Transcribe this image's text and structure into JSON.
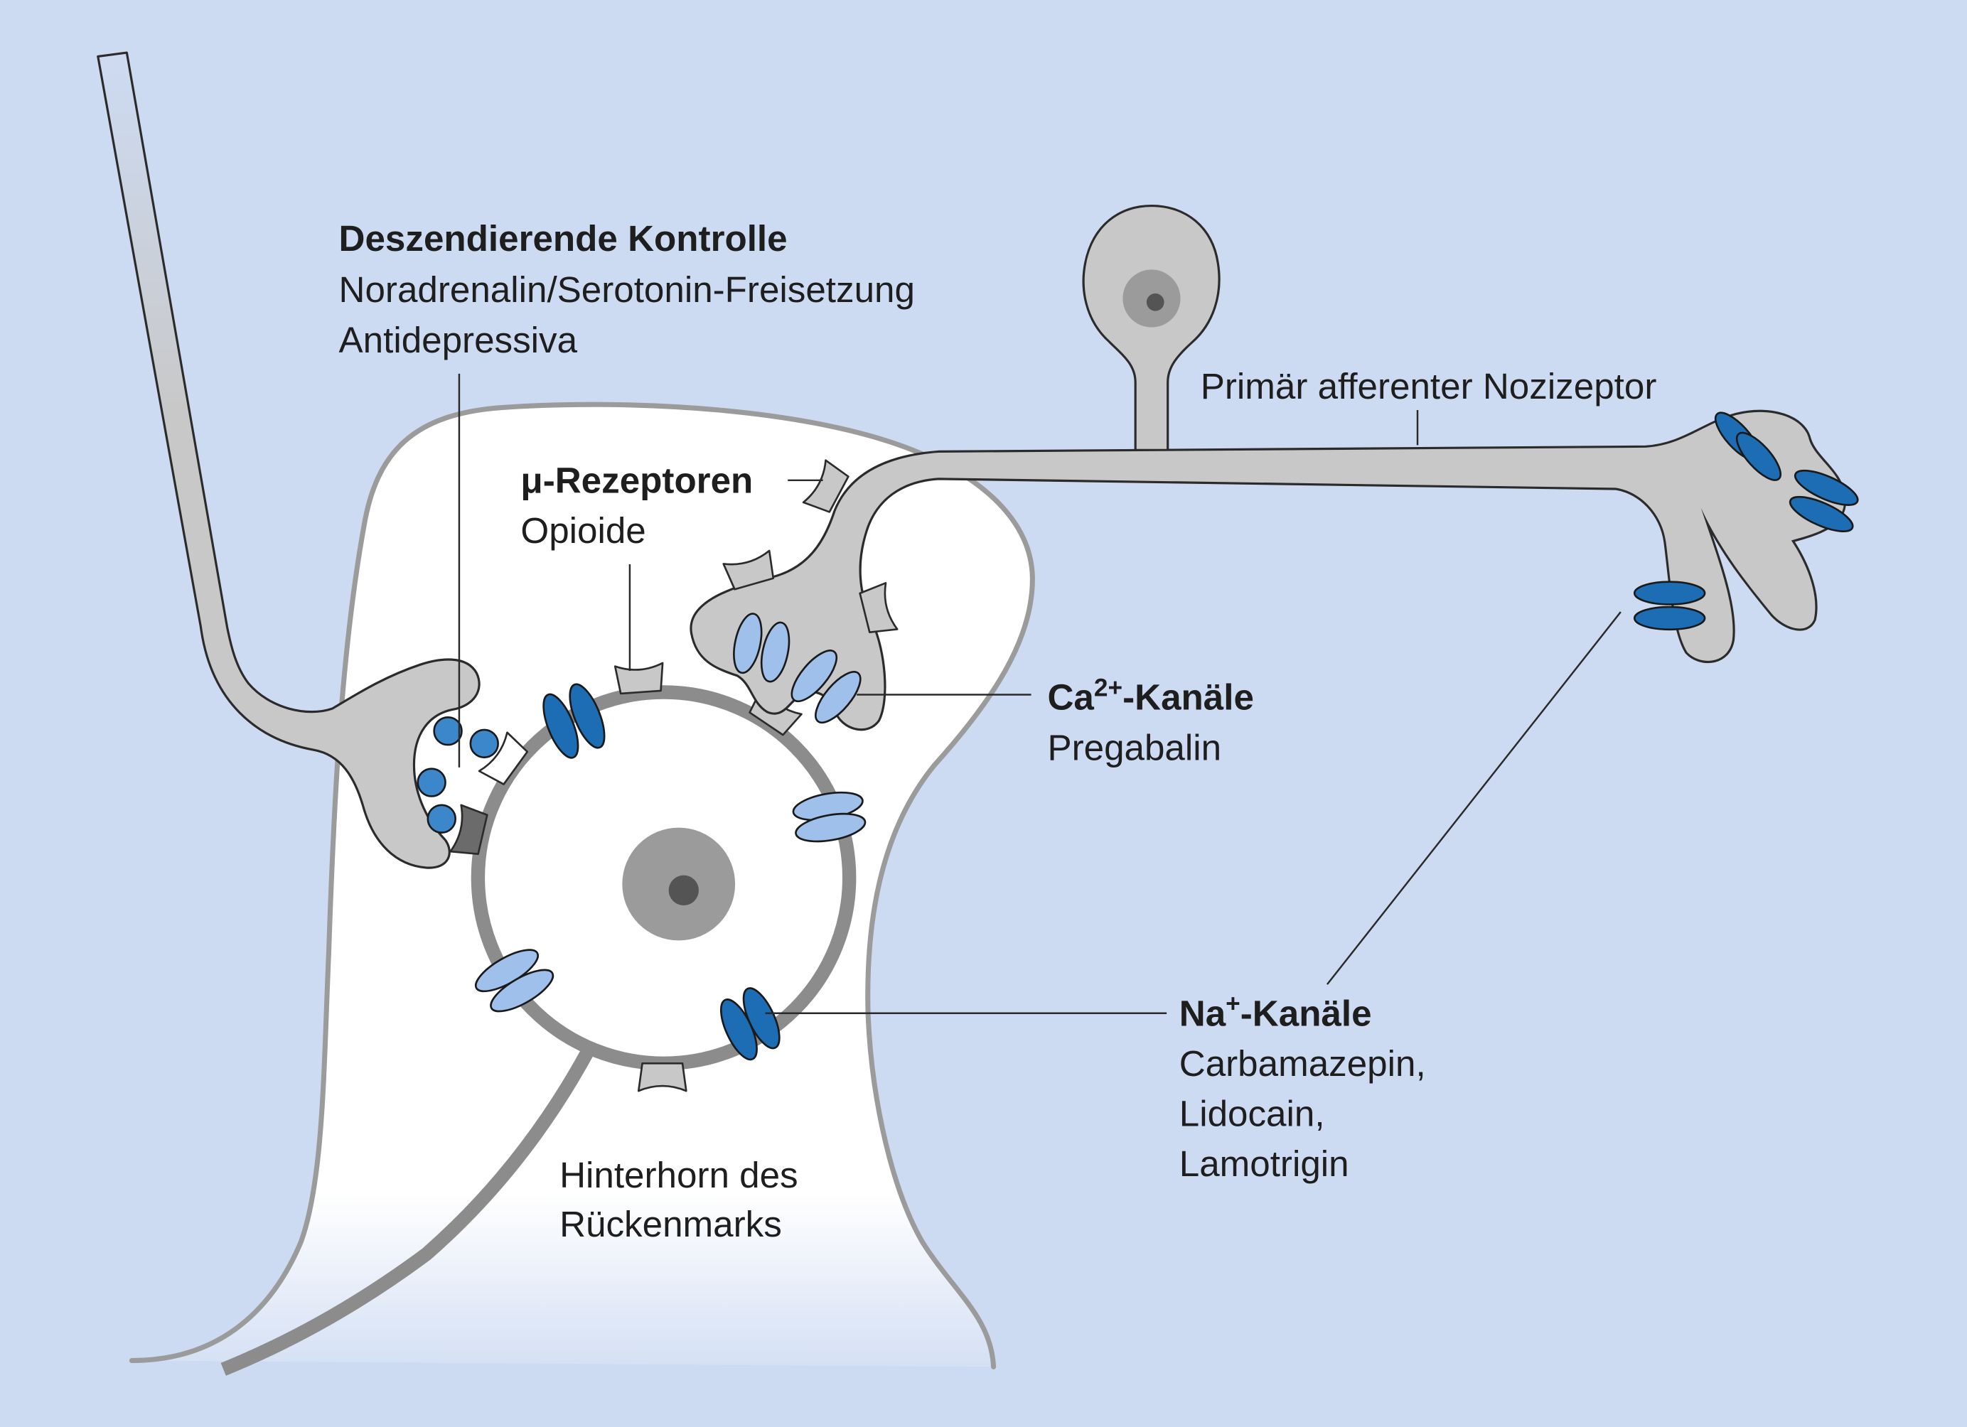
{
  "labels": {
    "descending": {
      "title": "Deszendierende Kontrolle",
      "line1": "Noradrenalin/Serotonin-Freisetzung",
      "line2": "Antidepressiva"
    },
    "mu": {
      "title": "μ-Rezeptoren",
      "line1": "Opioide"
    },
    "afferent": {
      "title": "Primär afferenter Nozizeptor"
    },
    "ca": {
      "base": "Ca",
      "sup": "2+",
      "suffix": "-Kanäle",
      "line1": "Pregabalin"
    },
    "na": {
      "base": "Na",
      "sup": "+",
      "suffix": "-Kanäle",
      "drugs": [
        "Carbamazepin,",
        "Lidocain,",
        "Lamotrigin"
      ]
    },
    "dorsal_horn": {
      "line1": "Hinterhorn des",
      "line2": "Rückenmarks"
    }
  },
  "colors": {
    "background": "#cddbf2",
    "neuron_fill": "#c8c8c8",
    "membrane": "#8c8c8c",
    "horn_outline": "#9b9b9b",
    "outline": "#2b2b2b",
    "nucleus": "#9b9b9b",
    "nucleolus": "#545454",
    "receptor_dark": "#6b6b6b",
    "na_channel": "#1d6db5",
    "ca_channel": "#9fc0ea",
    "vesicle": "#3b87c9"
  }
}
